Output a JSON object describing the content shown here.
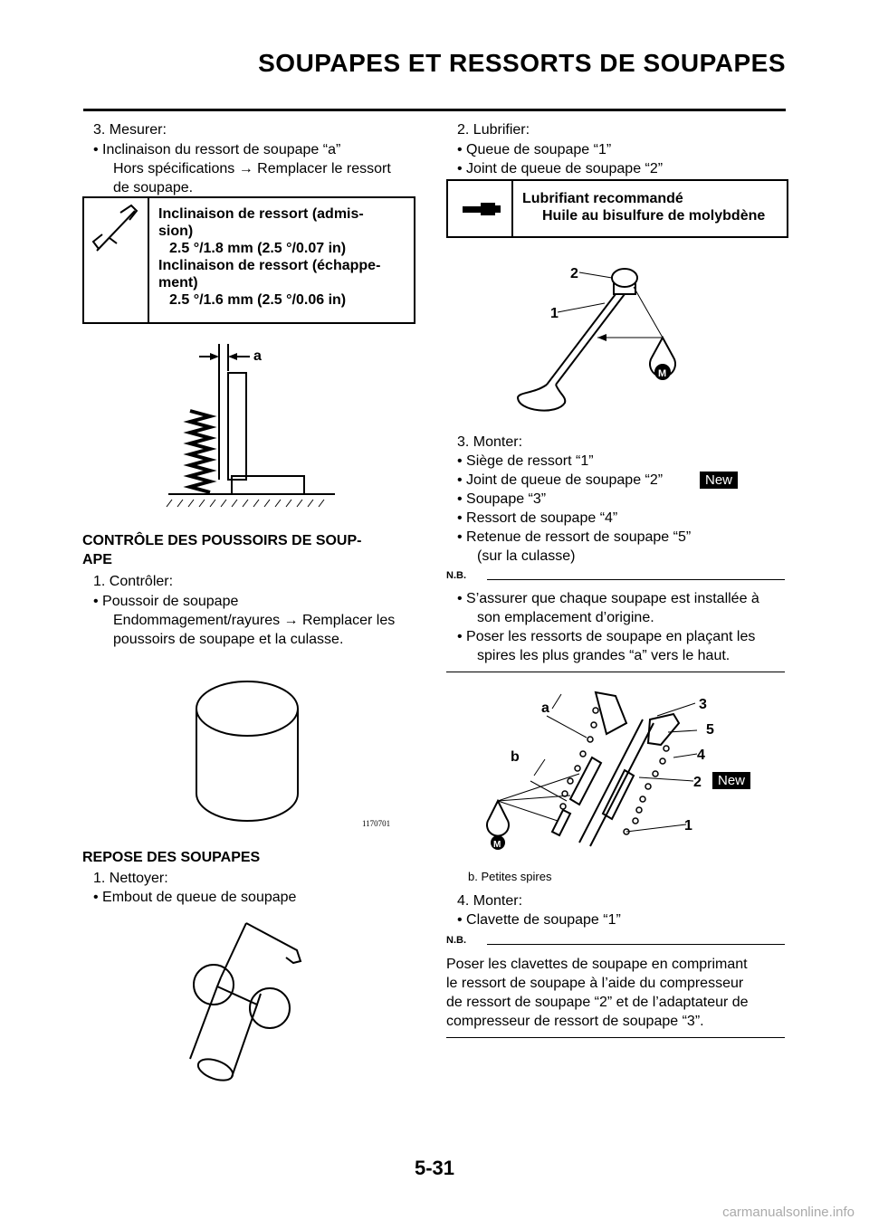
{
  "header": {
    "title": "SOUPAPES ET RESSORTS DE SOUPAPES"
  },
  "left": {
    "step3": {
      "label": "3. Mesurer:",
      "bullet": "• Inclinaison du ressort de soupape “a”",
      "line2": "Hors spécifications → Remplacer le ressort",
      "line3": "de soupape."
    },
    "spec": {
      "l1": "Inclinaison de ressort (admis-",
      "l2": "sion)",
      "l3": "2.5 °/1.8 mm (2.5 °/0.07 in)",
      "l4": "Inclinaison de ressort (échappe-",
      "l5": "ment)",
      "l6": "2.5 °/1.6 mm (2.5 °/0.06 in)"
    },
    "fig1_label": "a",
    "section1": {
      "title1": "CONTRÔLE DES POUSSOIRS DE SOUP-",
      "title2": "APE",
      "step1": "1. Contrôler:",
      "bullet": "• Poussoir de soupape",
      "line2": "Endommagement/rayures → Remplacer les",
      "line3": "poussoirs de soupape et la culasse."
    },
    "fig2_code": "1170701",
    "section2": {
      "title": "REPOSE DES SOUPAPES",
      "step1": "1. Nettoyer:",
      "bullet": "• Embout de queue de soupape"
    }
  },
  "right": {
    "step2": {
      "label": "2. Lubrifier:",
      "b1": "• Queue de soupape “1”",
      "b2": "• Joint de queue de soupape “2”"
    },
    "lub": {
      "l1": "Lubrifiant recommandé",
      "l2": "Huile au bisulfure de molybdène"
    },
    "fig3": {
      "n2": "2",
      "n1": "1",
      "m": "M"
    },
    "step3": {
      "label": "3. Monter:",
      "b1": "• Siège de ressort “1”",
      "b2": "• Joint de queue de soupape “2”",
      "b3": "• Soupape “3”",
      "b4": "• Ressort de soupape “4”",
      "b5": "• Retenue de ressort de soupape “5”",
      "b5b": "(sur la culasse)"
    },
    "new_badge": "New",
    "nb_label": "N.B.",
    "nb1": {
      "l1": "• S’assurer que chaque soupape est installée à",
      "l2": "son emplacement d’origine.",
      "l3": "• Poser les ressorts de soupape en plaçant les",
      "l4": "spires les plus grandes “a” vers le haut."
    },
    "fig4": {
      "a": "a",
      "b": "b",
      "n3": "3",
      "n5": "5",
      "n4": "4",
      "n2": "2",
      "n1": "1",
      "m": "M"
    },
    "fig4_caption": "b.  Petites spires",
    "step4": {
      "label": "4. Monter:",
      "b1": "• Clavette de soupape “1”"
    },
    "nb2": {
      "l1": "Poser les clavettes de soupape en comprimant",
      "l2": "le ressort de soupape à l’aide du compresseur",
      "l3": "de ressort de soupape “2” et de l’adaptateur de",
      "l4": "compresseur de ressort de soupape “3”."
    }
  },
  "page_number": "5-31",
  "footer": "carmanualsonline.info"
}
